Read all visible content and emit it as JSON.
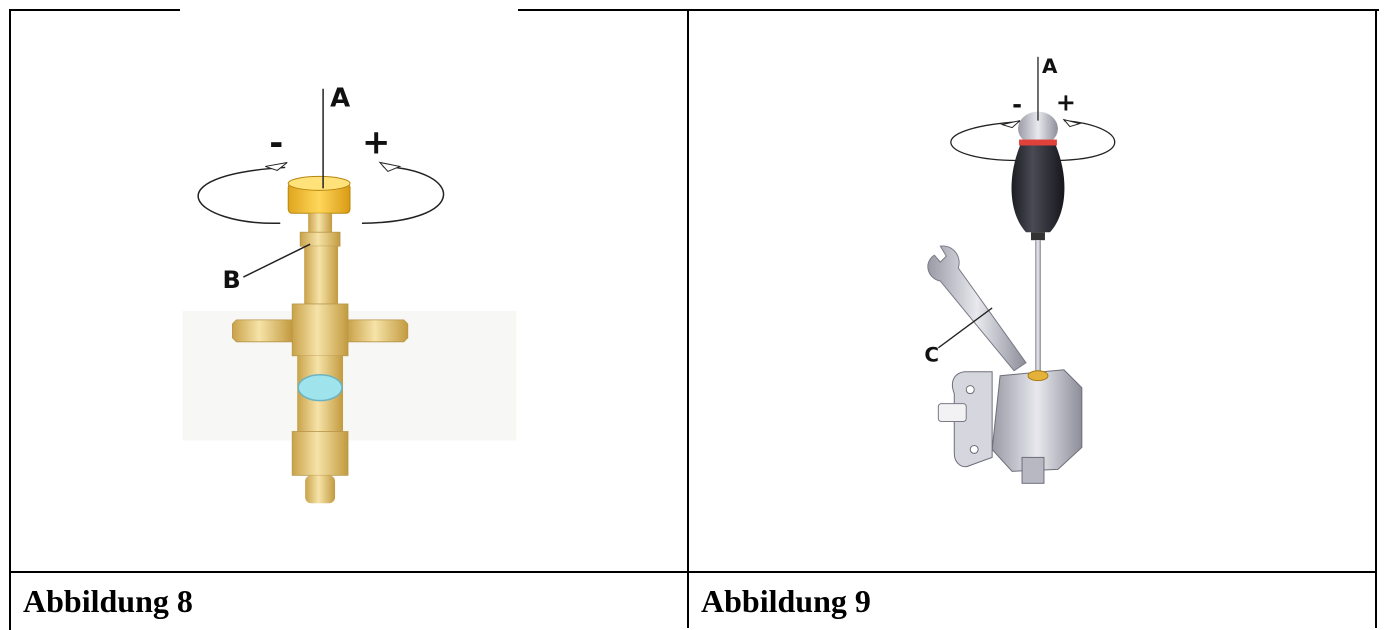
{
  "figures": [
    {
      "caption": "Abbildung 8",
      "labels": {
        "a": "A",
        "b": "B",
        "minus": "-",
        "plus": "+"
      },
      "colors": {
        "brass": "#e8c97a",
        "knob": "#f4c02f",
        "window": "#9fe3ec"
      }
    },
    {
      "caption": "Abbildung 9",
      "labels": {
        "a": "A",
        "c": "C",
        "minus": "-",
        "plus": "+"
      },
      "colors": {
        "handle": "#2b2b32",
        "ring": "#e0413a",
        "metal": "#c9c9d2"
      }
    }
  ]
}
